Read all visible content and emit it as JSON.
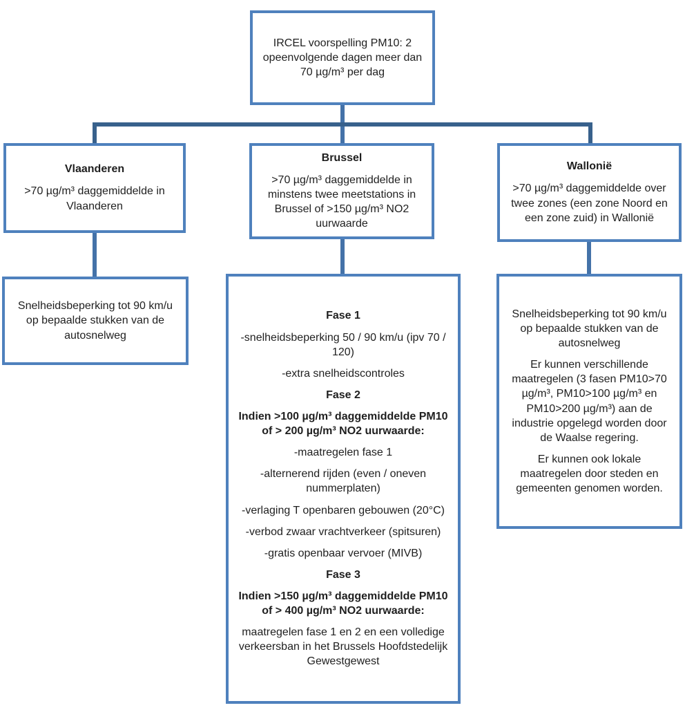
{
  "colors": {
    "box_border": "#4F81BD",
    "connector_vertical": "#4472A8",
    "connector_horizontal": "#38618C",
    "text": "#1f1f1f"
  },
  "root": {
    "text": "IRCEL voorspelling PM10: 2 opeenvolgende dagen meer dan 70 µg/m³ per dag"
  },
  "vlaanderen": {
    "title": "Vlaanderen",
    "condition": ">70 µg/m³ daggemiddelde in Vlaanderen",
    "action": "Snelheidsbeperking tot 90 km/u op bepaalde stukken van de autosnelweg"
  },
  "brussel": {
    "title": "Brussel",
    "condition": ">70 µg/m³ daggemiddelde in minstens twee meetstations in Brussel of >150 µg/m³ NO2 uurwaarde",
    "actions": [
      {
        "text": "Fase 1",
        "bold": true
      },
      {
        "text": "-snelheidsbeperking 50 / 90 km/u (ipv 70 / 120)",
        "bold": false
      },
      {
        "text": "-extra snelheidscontroles",
        "bold": false
      },
      {
        "text": "Fase 2",
        "bold": true
      },
      {
        "text": "Indien >100 µg/m³ daggemiddelde PM10 of > 200 µg/m³ NO2 uurwaarde:",
        "bold": true
      },
      {
        "text": "-maatregelen fase 1",
        "bold": false
      },
      {
        "text": "-alternerend rijden (even / oneven nummerplaten)",
        "bold": false
      },
      {
        "text": "-verlaging T openbaren gebouwen (20°C)",
        "bold": false
      },
      {
        "text": "-verbod zwaar vrachtverkeer (spitsuren)",
        "bold": false
      },
      {
        "text": "-gratis openbaar vervoer (MIVB)",
        "bold": false
      },
      {
        "text": "Fase 3",
        "bold": true
      },
      {
        "text": "Indien >150 µg/m³ daggemiddelde PM10 of > 400 µg/m³ NO2 uurwaarde:",
        "bold": true
      },
      {
        "text": "maatregelen fase 1 en 2 en een volledige verkeersban in het Brussels Hoofdstedelijk Gewestgewest",
        "bold": false
      }
    ]
  },
  "wallonie": {
    "title": "Wallonië",
    "condition": ">70 µg/m³ daggemiddelde over twee zones (een zone Noord en een zone zuid) in Wallonië",
    "actions": [
      {
        "text": "Snelheidsbeperking tot 90 km/u op bepaalde stukken van de autosnelweg"
      },
      {
        "text": "Er kunnen verschillende maatregelen (3 fasen PM10>70 µg/m³, PM10>100 µg/m³ en PM10>200 µg/m³) aan de industrie opgelegd worden door de Waalse regering."
      },
      {
        "text": "Er kunnen ook lokale maatregelen door steden en gemeenten genomen worden."
      }
    ]
  }
}
